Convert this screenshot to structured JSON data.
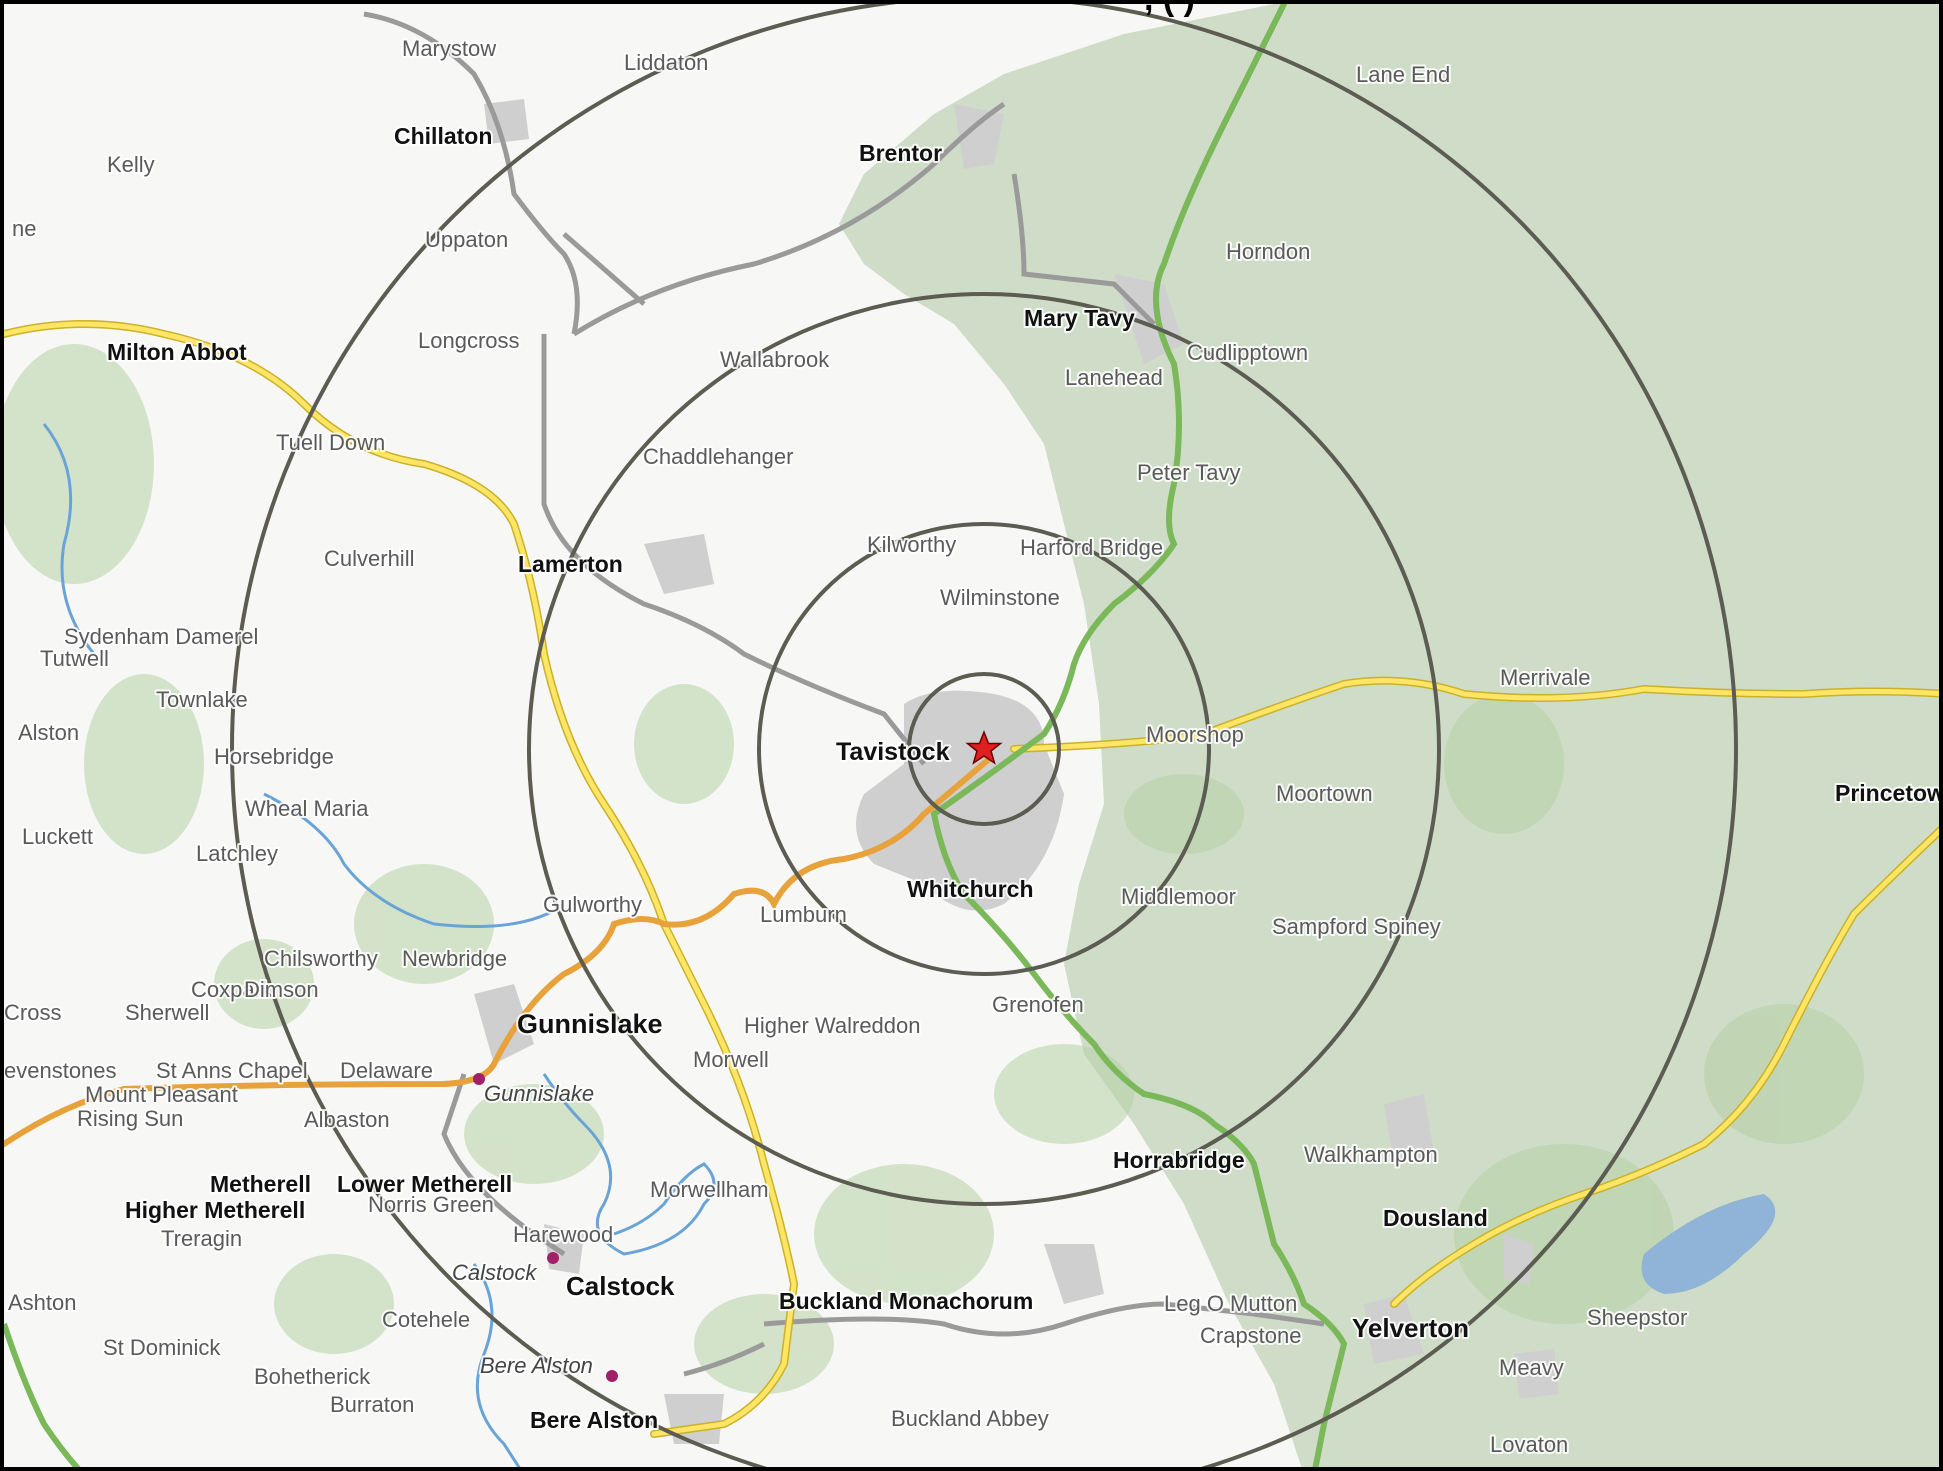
{
  "map": {
    "title_fragment": ", (        )",
    "center_label": "Tavistock",
    "colors": {
      "land": "#f7f8f5",
      "national_park": "#cfdcc7",
      "woodland": "#b7d1a6",
      "urban": "#cfcfcf",
      "ring": "#5c5c52",
      "a_road": "#ffe566",
      "primary_road": "#7ab85a",
      "orange_road": "#e8a23c",
      "minor_road": "#9a9a9a",
      "river": "#6aa3d6",
      "marker": "#e02020",
      "station": "#a0206a",
      "reservoir": "#8fb4d8"
    },
    "places": [
      {
        "name": "Marystow",
        "cls": "minor"
      },
      {
        "name": "Liddaton",
        "cls": "minor"
      },
      {
        "name": "Lane End",
        "cls": "minor"
      },
      {
        "name": "Chillaton",
        "cls": "major"
      },
      {
        "name": "Kelly",
        "cls": "minor"
      },
      {
        "name": "Brentor",
        "cls": "major"
      },
      {
        "name": "ne",
        "cls": "minor"
      },
      {
        "name": "Uppaton",
        "cls": "minor"
      },
      {
        "name": "Horndon",
        "cls": "minor"
      },
      {
        "name": "Mary Tavy",
        "cls": "major"
      },
      {
        "name": "Milton Abbot",
        "cls": "major"
      },
      {
        "name": "Longcross",
        "cls": "minor"
      },
      {
        "name": "Wallabrook",
        "cls": "minor"
      },
      {
        "name": "Cudlipptown",
        "cls": "minor"
      },
      {
        "name": "Lanehead",
        "cls": "minor"
      },
      {
        "name": "Tuell Down",
        "cls": "minor"
      },
      {
        "name": "Chaddlehanger",
        "cls": "minor"
      },
      {
        "name": "Peter Tavy",
        "cls": "minor"
      },
      {
        "name": "Culverhill",
        "cls": "minor"
      },
      {
        "name": "Lamerton",
        "cls": "major"
      },
      {
        "name": "Kilworthy",
        "cls": "minor"
      },
      {
        "name": "Harford Bridge",
        "cls": "minor"
      },
      {
        "name": "Wilminstone",
        "cls": "minor"
      },
      {
        "name": "Sydenham Damerel",
        "cls": "minor"
      },
      {
        "name": "Tutwell",
        "cls": "minor"
      },
      {
        "name": "Townlake",
        "cls": "minor"
      },
      {
        "name": "Merrivale",
        "cls": "minor"
      },
      {
        "name": "Alston",
        "cls": "minor"
      },
      {
        "name": "Moorshop",
        "cls": "minor"
      },
      {
        "name": "Tavistock",
        "cls": "major"
      },
      {
        "name": "Horsebridge",
        "cls": "minor"
      },
      {
        "name": "Princetown",
        "cls": "major"
      },
      {
        "name": "Moortown",
        "cls": "minor"
      },
      {
        "name": "Wheal Maria",
        "cls": "minor"
      },
      {
        "name": "Luckett",
        "cls": "minor"
      },
      {
        "name": "Latchley",
        "cls": "minor"
      },
      {
        "name": "Whitchurch",
        "cls": "major"
      },
      {
        "name": "Middlemoor",
        "cls": "minor"
      },
      {
        "name": "Gulworthy",
        "cls": "minor"
      },
      {
        "name": "Lumburn",
        "cls": "minor"
      },
      {
        "name": "Sampford Spiney",
        "cls": "minor"
      },
      {
        "name": "Chilsworthy",
        "cls": "minor"
      },
      {
        "name": "Newbridge",
        "cls": "minor"
      },
      {
        "name": "Coxpark",
        "cls": "minor"
      },
      {
        "name": "Dimson",
        "cls": "minor"
      },
      {
        "name": "Cross",
        "cls": "minor"
      },
      {
        "name": "Sherwell",
        "cls": "minor"
      },
      {
        "name": "Grenofen",
        "cls": "minor"
      },
      {
        "name": "Gunnislake",
        "cls": "major"
      },
      {
        "name": "Higher Walreddon",
        "cls": "minor"
      },
      {
        "name": "Morwell",
        "cls": "minor"
      },
      {
        "name": "evenstones",
        "cls": "minor"
      },
      {
        "name": "St Anns Chapel",
        "cls": "minor"
      },
      {
        "name": "Delaware",
        "cls": "minor"
      },
      {
        "name": "Gunnislake",
        "cls": "italic"
      },
      {
        "name": "Mount Pleasant",
        "cls": "minor"
      },
      {
        "name": "Rising Sun",
        "cls": "minor"
      },
      {
        "name": "Albaston",
        "cls": "minor"
      },
      {
        "name": "Horrabridge",
        "cls": "major"
      },
      {
        "name": "Walkhampton",
        "cls": "minor"
      },
      {
        "name": "Metherell",
        "cls": "major"
      },
      {
        "name": "Lower Metherell",
        "cls": "major"
      },
      {
        "name": "Higher Metherell",
        "cls": "major"
      },
      {
        "name": "Norris Green",
        "cls": "minor"
      },
      {
        "name": "Morwellham",
        "cls": "minor"
      },
      {
        "name": "Dousland",
        "cls": "major"
      },
      {
        "name": "Treragin",
        "cls": "minor"
      },
      {
        "name": "Harewood",
        "cls": "minor"
      },
      {
        "name": "Calstock",
        "cls": "italic"
      },
      {
        "name": "Calstock",
        "cls": "major"
      },
      {
        "name": "Ashton",
        "cls": "minor"
      },
      {
        "name": "Buckland Monachorum",
        "cls": "major"
      },
      {
        "name": "Leg O Mutton",
        "cls": "minor"
      },
      {
        "name": "Cotehele",
        "cls": "minor"
      },
      {
        "name": "Crapstone",
        "cls": "minor"
      },
      {
        "name": "Yelverton",
        "cls": "major"
      },
      {
        "name": "Sheepstor",
        "cls": "minor"
      },
      {
        "name": "St Dominick",
        "cls": "minor"
      },
      {
        "name": "Bere Alston",
        "cls": "italic"
      },
      {
        "name": "Meavy",
        "cls": "minor"
      },
      {
        "name": "Bohetherick",
        "cls": "minor"
      },
      {
        "name": "Burraton",
        "cls": "minor"
      },
      {
        "name": "Bere Alston",
        "cls": "major"
      },
      {
        "name": "Buckland Abbey",
        "cls": "minor"
      },
      {
        "name": "Lovaton",
        "cls": "minor"
      }
    ]
  }
}
